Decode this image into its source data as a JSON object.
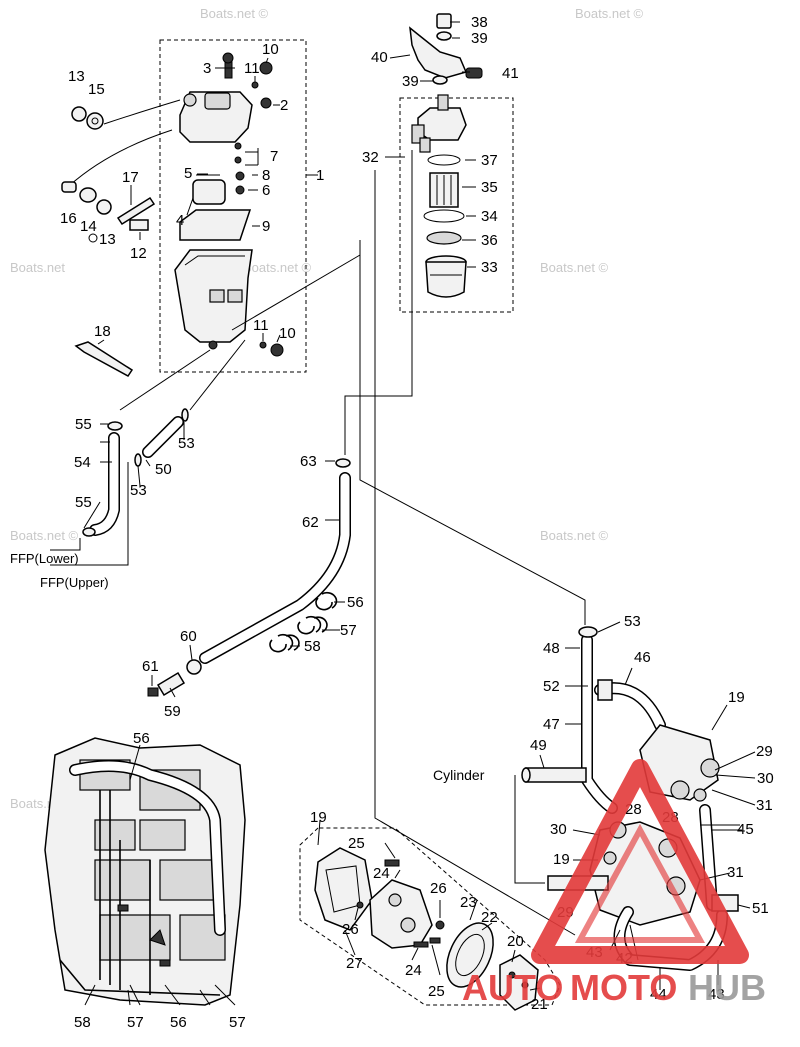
{
  "watermarks": [
    "Boats.net",
    "Boats.net ©",
    "Boats.net ©",
    "Boats.net ©",
    "Boats.net ©",
    "Boats.net ©",
    "Boats.net ©",
    "Boats.net ©"
  ],
  "labels": {
    "n1": "1",
    "n2": "2",
    "n3": "3",
    "n4": "4",
    "n5": "5",
    "n6": "6",
    "n7": "7",
    "n8": "8",
    "n9": "9",
    "n10a": "10",
    "n10b": "10",
    "n11a": "11",
    "n11b": "11",
    "n12": "12",
    "n13a": "13",
    "n13b": "13",
    "n14": "14",
    "n15": "15",
    "n16": "16",
    "n17": "17",
    "n18": "18",
    "n19a": "19",
    "n19b": "19",
    "n19c": "19",
    "n20": "20",
    "n21": "21",
    "n22": "22",
    "n23": "23",
    "n24a": "24",
    "n24b": "24",
    "n25a": "25",
    "n25b": "25",
    "n26a": "26",
    "n26b": "26",
    "n27": "27",
    "n28a": "28",
    "n28b": "28",
    "n29a": "29",
    "n29b": "29",
    "n30a": "30",
    "n30b": "30",
    "n31a": "31",
    "n31b": "31",
    "n32": "32",
    "n33": "33",
    "n34": "34",
    "n35": "35",
    "n36": "36",
    "n37": "37",
    "n38": "38",
    "n39a": "39",
    "n39b": "39",
    "n40": "40",
    "n41": "41",
    "n42": "42",
    "n43a": "43",
    "n43b": "43",
    "n44": "44",
    "n45": "45",
    "n46": "46",
    "n47": "47",
    "n48": "48",
    "n49": "49",
    "n50": "50",
    "n51": "51",
    "n52": "52",
    "n53a": "53",
    "n53b": "53",
    "n53c": "53",
    "n54": "54",
    "n55a": "55",
    "n55b": "55",
    "n56a": "56",
    "n56b": "56",
    "n56c": "56",
    "n57a": "57",
    "n57b": "57",
    "n57c": "57",
    "n58a": "58",
    "n58b": "58",
    "n59": "59",
    "n60": "60",
    "n61": "61",
    "n62": "62",
    "n63": "63",
    "ffp_lower": "FFP(Lower)",
    "ffp_upper": "FFP(Upper)",
    "cylinder": "Cylinder"
  },
  "logo": {
    "text_a": "AUTO",
    "text_b": "MOTO",
    "text_c": "HUB"
  },
  "colors": {
    "logo_red": "#e33a3a",
    "logo_gray": "#9a9a9a",
    "ink": "#000000",
    "watermark": "#c8c8c8"
  }
}
